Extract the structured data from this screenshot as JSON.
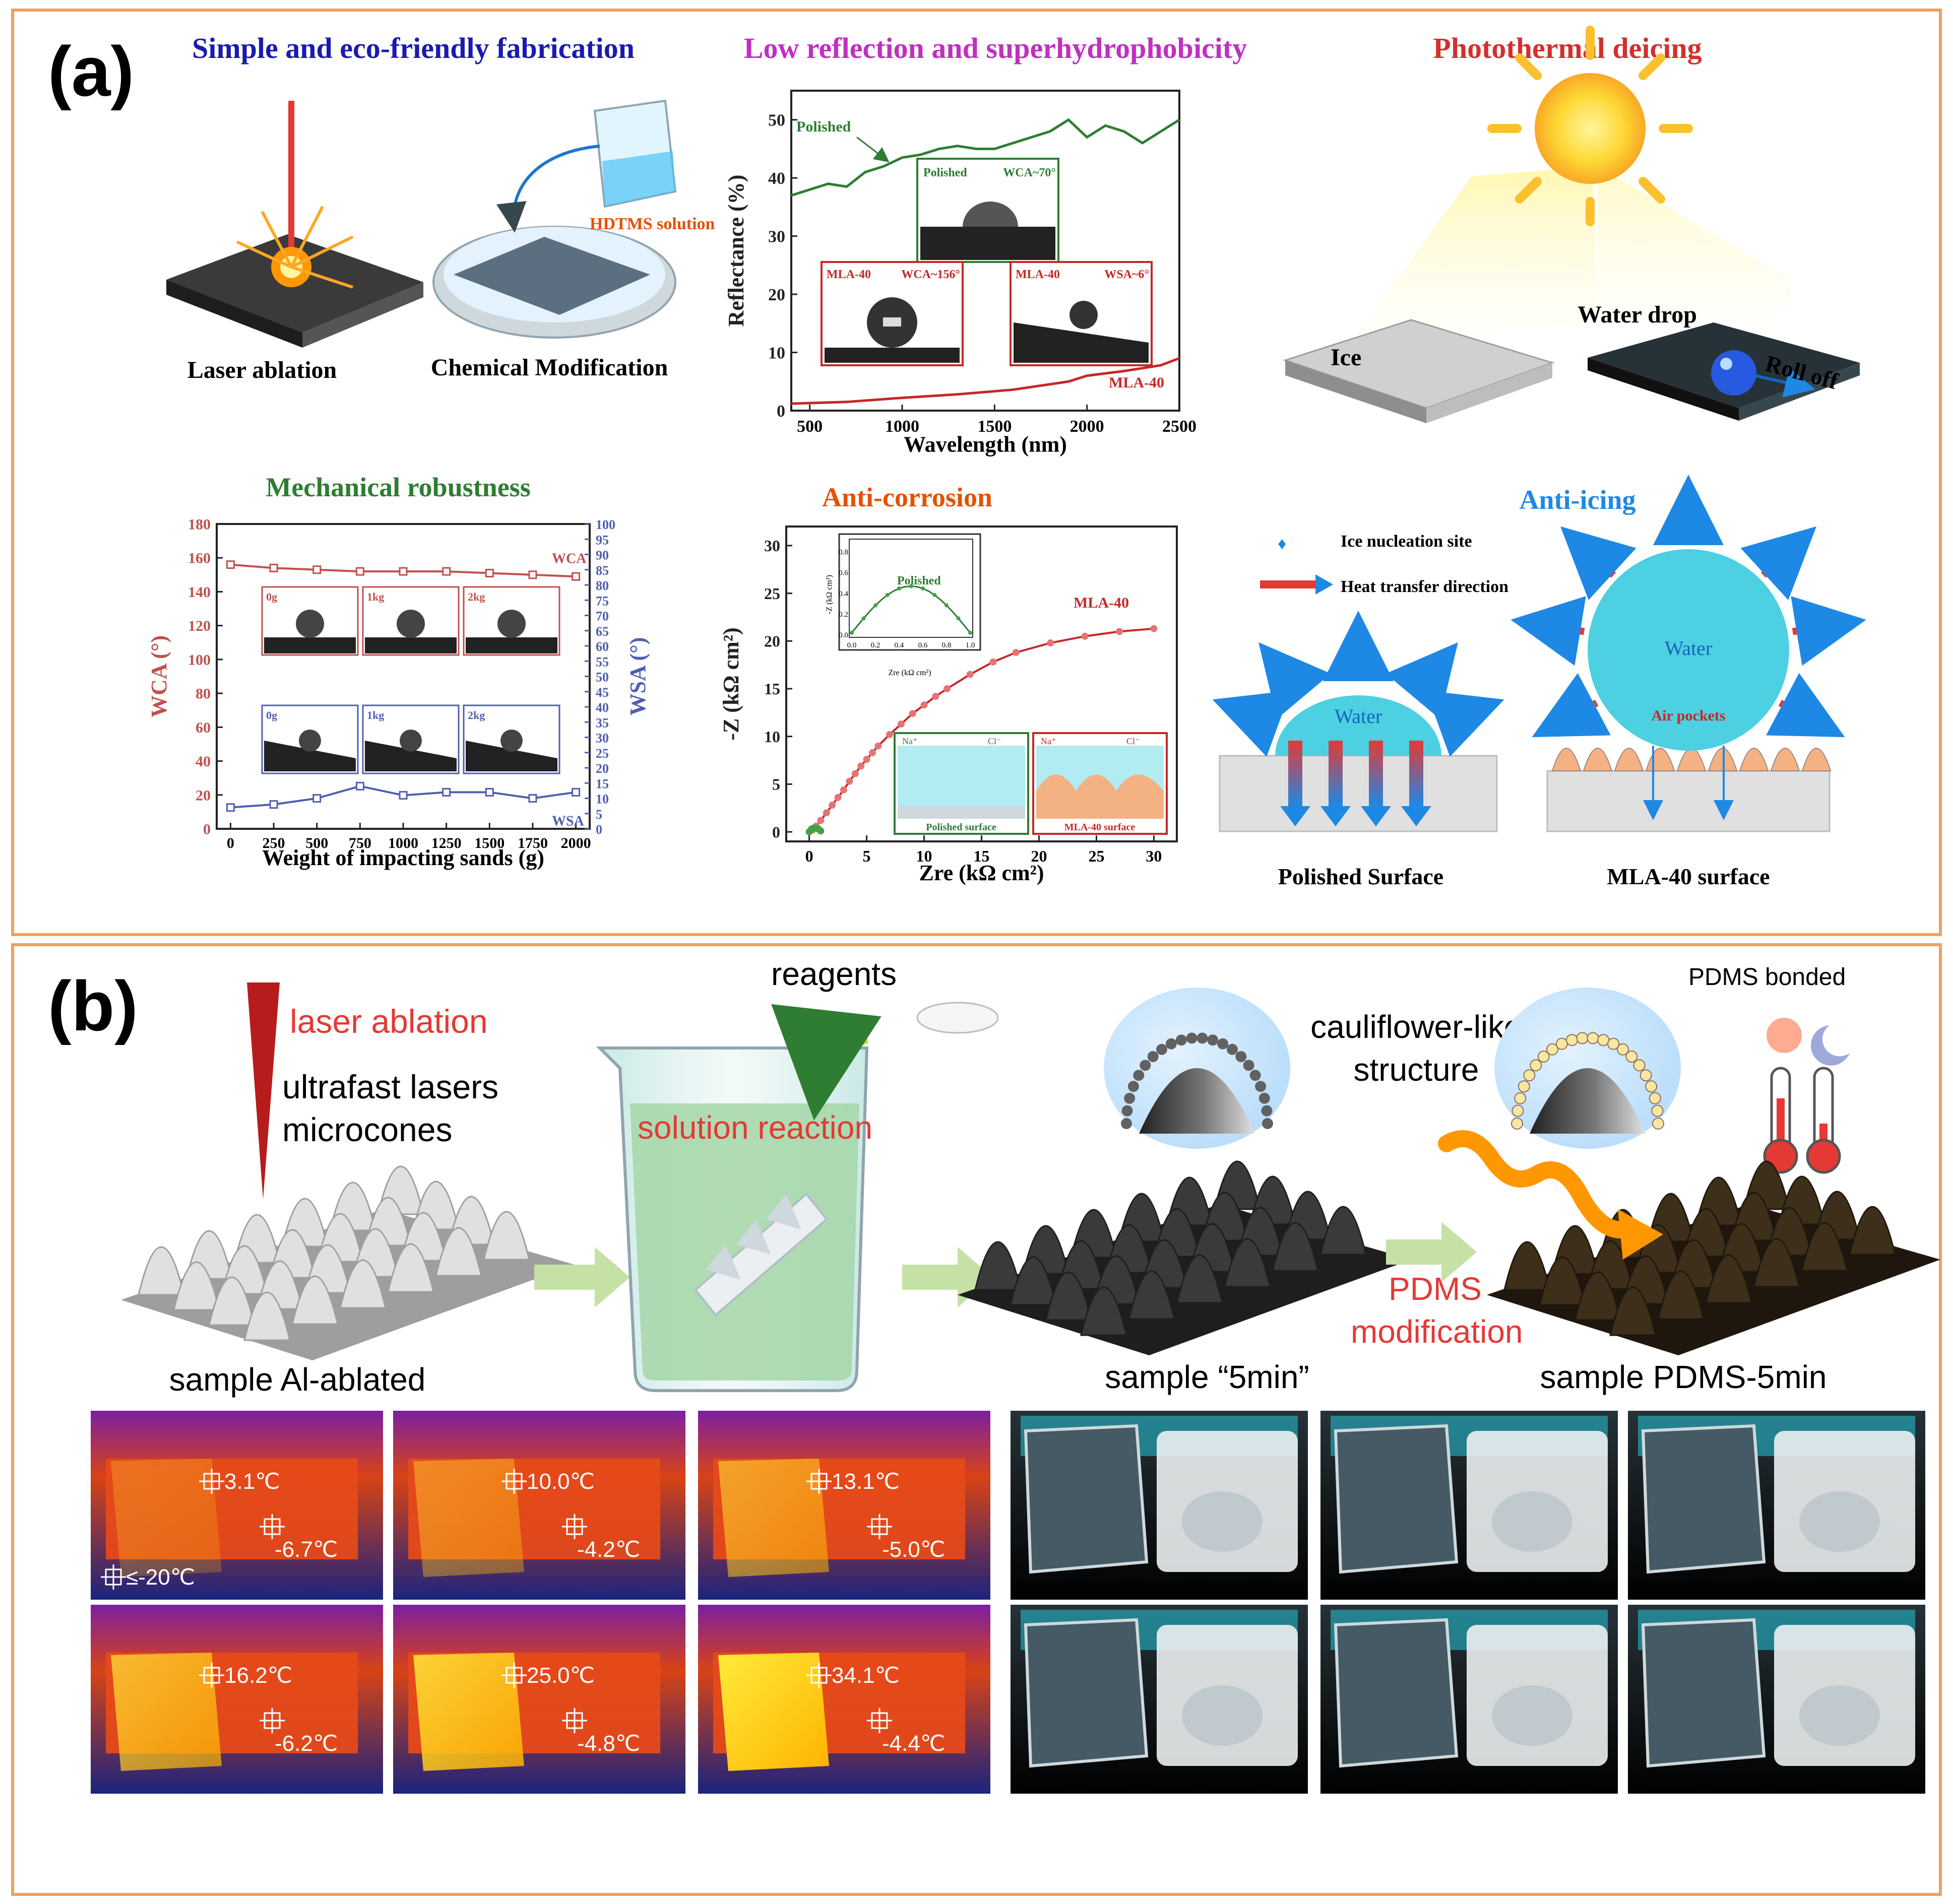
{
  "panel_a": {
    "label": "(a)",
    "sections": {
      "fabrication": {
        "title": "Simple and eco-friendly fabrication",
        "laser_label": "Laser ablation",
        "chem_label": "Chemical Modification",
        "solution_label": "HDTMS solution"
      },
      "reflection": {
        "title": "Low reflection and superhydrophobicity",
        "inset_polished": "Polished",
        "inset_polished_wca": "WCA~70°",
        "inset_mla": "MLA-40",
        "inset_mla_wca": "WCA~156°",
        "inset_mla2": "MLA-40",
        "inset_mla_wsa": "WSA~6°"
      },
      "deicing": {
        "title": "Photothermal deicing",
        "ice_label": "Ice",
        "drop_label": "Water drop",
        "roll_label": "Roll off"
      },
      "mechanical": {
        "title": "Mechanical robustness"
      },
      "corrosion": {
        "title": "Anti-corrosion",
        "inset_series": "Polished",
        "inset_ylabel": "-Z (kΩ cm²)",
        "inset_xlabel": "Zre (kΩ cm²)",
        "inset_xticks": [
          "0.0",
          "0.2",
          "0.4",
          "0.6",
          "0.8",
          "1.0"
        ],
        "inset_yticks": [
          "0.0",
          "0.2",
          "0.4",
          "0.6",
          "0.8"
        ],
        "box1_label": "Polished surface",
        "box2_label": "MLA-40 surface",
        "ion_na": "Na⁺",
        "ion_cl": "Cl⁻"
      },
      "antiicing": {
        "title": "Anti-icing",
        "legend_nucleation": "Ice nucleation site",
        "legend_heat": "Heat transfer direction",
        "water_left": "Water",
        "water_right": "Water",
        "air_pockets": "Air pockets",
        "left_caption": "Polished Surface",
        "right_caption": "MLA-40 surface"
      }
    }
  },
  "panel_b": {
    "label": "(b)",
    "laser_ablation": "laser ablation",
    "ultrafast_1": "ultrafast lasers",
    "ultrafast_2": "microcones",
    "reagents": "reagents",
    "solution_reaction": "solution reaction",
    "cauliflower_1": "cauliflower-like",
    "cauliflower_2": "structure",
    "pdms_bonded": "PDMS bonded",
    "pdms_mod_1": "PDMS",
    "pdms_mod_2": "modification",
    "sample_1": "sample Al-ablated",
    "sample_2": "sample “5min”",
    "sample_3": "sample PDMS-5min",
    "thermal_labels": [
      {
        "hot": "3.1℃",
        "cold": "-6.7℃",
        "extra": "≤-20℃"
      },
      {
        "hot": "10.0℃",
        "cold": "-4.2℃"
      },
      {
        "hot": "13.1℃",
        "cold": "-5.0℃"
      },
      {
        "hot": "16.2℃",
        "cold": "-6.2℃"
      },
      {
        "hot": "25.0℃",
        "cold": "-4.8℃"
      },
      {
        "hot": "34.1℃",
        "cold": "-4.4℃"
      }
    ]
  },
  "chart_data": [
    {
      "type": "line",
      "id": "reflectance",
      "xlabel": "Wavelength (nm)",
      "ylabel": "Reflectance (%)",
      "xlim": [
        400,
        2500
      ],
      "ylim": [
        0,
        55
      ],
      "xticks": [
        500,
        1000,
        1500,
        2000,
        2500
      ],
      "yticks": [
        0,
        10,
        20,
        30,
        40,
        50
      ],
      "series": [
        {
          "name": "Polished",
          "color": "#2e7d32",
          "x": [
            400,
            500,
            600,
            700,
            800,
            900,
            1000,
            1100,
            1200,
            1300,
            1400,
            1500,
            1600,
            1700,
            1800,
            1900,
            2000,
            2100,
            2200,
            2300,
            2400,
            2500
          ],
          "y": [
            37,
            38,
            39,
            38.5,
            41,
            42,
            43.5,
            44,
            45,
            45.5,
            45,
            45,
            46,
            47,
            48,
            50,
            47,
            49,
            48,
            46,
            48,
            50
          ]
        },
        {
          "name": "MLA-40",
          "color": "#c62828",
          "x": [
            400,
            700,
            1000,
            1300,
            1600,
            1900,
            2000,
            2200,
            2400,
            2500
          ],
          "y": [
            1.2,
            1.5,
            2.2,
            2.8,
            3.6,
            5.0,
            6.0,
            6.8,
            7.8,
            9.0
          ]
        }
      ]
    },
    {
      "type": "line",
      "id": "mechanical",
      "xlabel": "Weight of impacting sands (g)",
      "ylabel": "WCA (°)",
      "y2label": "WSA (°)",
      "xlim": [
        -80,
        2080
      ],
      "ylim": [
        0,
        180
      ],
      "y2lim": [
        0,
        100
      ],
      "xticks": [
        0,
        250,
        500,
        750,
        1000,
        1250,
        1500,
        1750,
        2000
      ],
      "yticks": [
        0,
        20,
        40,
        60,
        80,
        100,
        120,
        140,
        160,
        180
      ],
      "y2ticks": [
        0,
        5,
        10,
        15,
        20,
        25,
        30,
        35,
        40,
        45,
        50,
        55,
        60,
        65,
        70,
        75,
        80,
        85,
        90,
        95,
        100
      ],
      "series": [
        {
          "name": "WCA",
          "color": "#c0504d",
          "axis": "left",
          "x": [
            0,
            250,
            500,
            750,
            1000,
            1250,
            1500,
            1750,
            2000
          ],
          "y": [
            156,
            154,
            153,
            152,
            152,
            152,
            151,
            150,
            149
          ]
        },
        {
          "name": "WSA",
          "color": "#4f5fb0",
          "axis": "right",
          "x": [
            0,
            250,
            500,
            750,
            1000,
            1250,
            1500,
            1750,
            2000
          ],
          "y": [
            7,
            8,
            10,
            14,
            11,
            12,
            12,
            10,
            12
          ]
        }
      ],
      "inset_labels_wca": [
        "0g",
        "1kg",
        "2kg"
      ],
      "inset_labels_wsa": [
        "0g",
        "1kg",
        "2kg"
      ]
    },
    {
      "type": "scatter",
      "id": "nyquist",
      "xlabel": "Zre (kΩ cm²)",
      "ylabel": "-Z (kΩ cm²)",
      "xlim": [
        -2,
        32
      ],
      "ylim": [
        -1,
        32
      ],
      "xticks": [
        0,
        5,
        10,
        15,
        20,
        25,
        30
      ],
      "yticks": [
        0,
        5,
        10,
        15,
        20,
        25,
        30
      ],
      "series": [
        {
          "name": "MLA-40",
          "color": "#c62828",
          "x": [
            0.3,
            0.6,
            1.0,
            1.5,
            2.0,
            2.5,
            3.0,
            3.5,
            4.0,
            4.5,
            5.0,
            5.5,
            6.0,
            7.0,
            8.0,
            9.0,
            10.0,
            11.0,
            12.0,
            14.0,
            16.0,
            18.0,
            21.0,
            24.0,
            27.0,
            30.0
          ],
          "y": [
            0.2,
            0.6,
            1.2,
            2.0,
            2.8,
            3.6,
            4.4,
            5.3,
            6.1,
            6.9,
            7.6,
            8.3,
            9.0,
            10.2,
            11.3,
            12.4,
            13.3,
            14.2,
            15.0,
            16.5,
            17.8,
            18.8,
            19.8,
            20.5,
            21.0,
            21.3
          ]
        },
        {
          "name": "Polished",
          "color": "#2e7d32",
          "x": [
            0.0,
            0.2,
            0.4,
            0.6,
            0.8,
            1.0
          ],
          "y": [
            0.0,
            0.3,
            0.4,
            0.4,
            0.3,
            0.1
          ]
        }
      ]
    }
  ]
}
